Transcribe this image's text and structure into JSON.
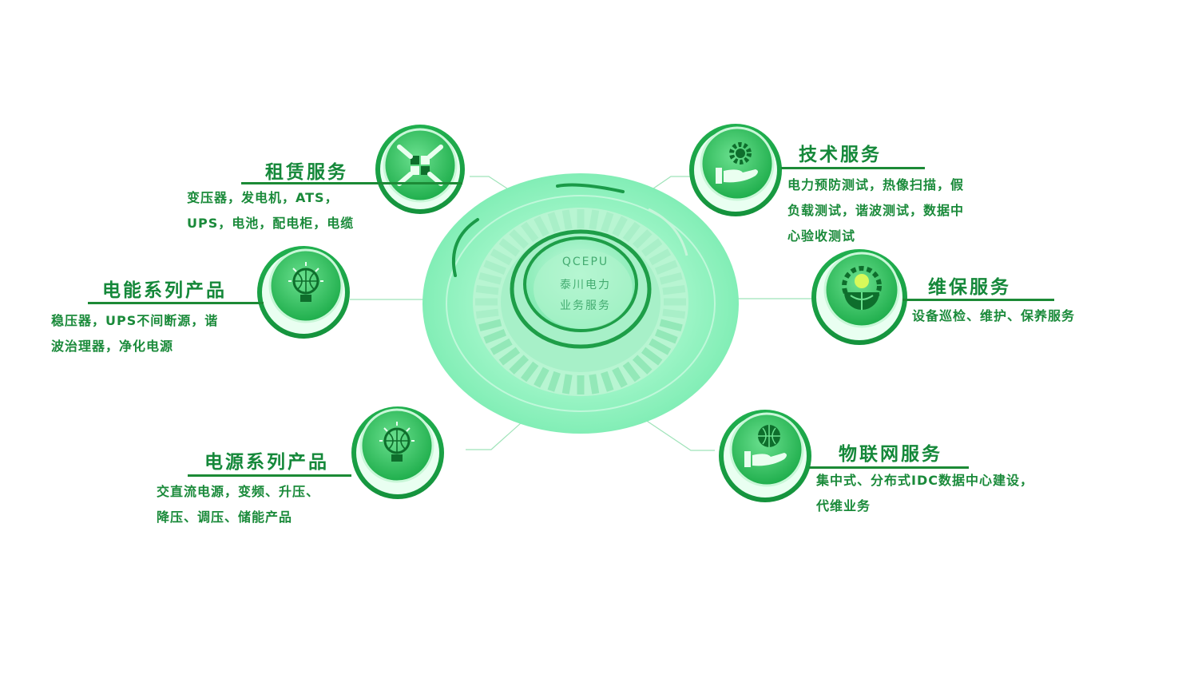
{
  "hub": {
    "line1": "QCEPU",
    "line2": "泰川电力",
    "line3": "业务服务"
  },
  "nodes": {
    "leasing": {
      "title": "租赁服务",
      "desc": [
        "变压器，发电机，ATS，",
        "UPS，电池，配电柜，电缆"
      ],
      "icon": "hands-puzzle-icon"
    },
    "energy": {
      "title": "电能系列产品",
      "desc": [
        "稳压器，UPS不间断源，谐",
        "波治理器，净化电源"
      ],
      "icon": "lightbulb-globe-icon"
    },
    "power": {
      "title": "电源系列产品",
      "desc": [
        "交直流电源，变频、升压、",
        "降压、调压、储能产品"
      ],
      "icon": "lightbulb-globe-icon"
    },
    "tech": {
      "title": "技术服务",
      "desc": [
        "电力预防测试，热像扫描，假",
        "负载测试，谐波测试，数据中",
        "心验收测试"
      ],
      "icon": "gear-hand-icon"
    },
    "maint": {
      "title": "维保服务",
      "desc": [
        "设备巡检、维护、保养服务"
      ],
      "icon": "gear-globe-icon"
    },
    "iot": {
      "title": "物联网服务",
      "desc": [
        "集中式、分布式IDC数据中心建设，",
        "代维业务"
      ],
      "icon": "globe-hand-icon"
    }
  },
  "colors": {
    "title": "#15883a",
    "text": "#1a8a3a",
    "accent": "#22bb5a",
    "hub_light": "#7ff0b8"
  }
}
